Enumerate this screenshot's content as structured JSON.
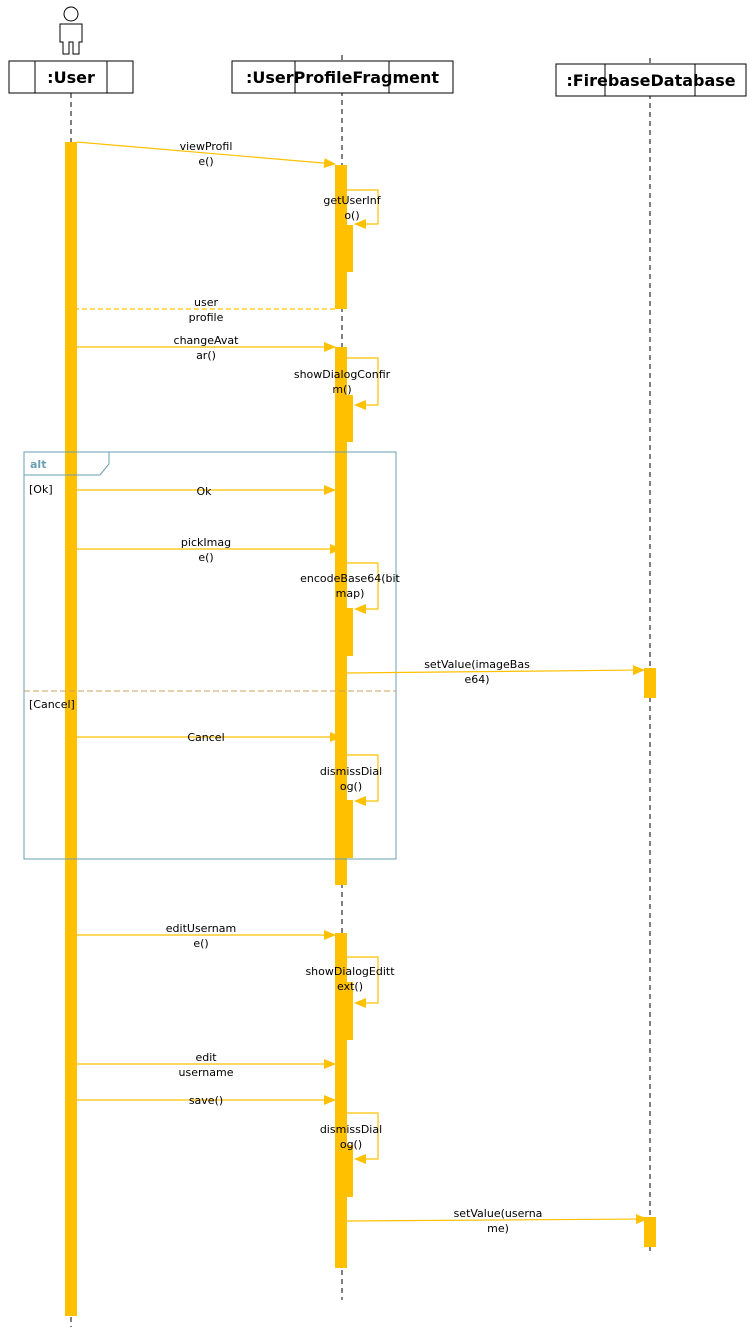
{
  "participants": [
    {
      "id": "user",
      "label": ":User",
      "actor": true
    },
    {
      "id": "upf",
      "label": ":UserProfileFragment",
      "actor": false
    },
    {
      "id": "fdb",
      "label": ":FirebaseDatabase",
      "actor": false
    }
  ],
  "messages": [
    {
      "id": "m1",
      "lines": [
        "viewProfil",
        "e()"
      ]
    },
    {
      "id": "m2",
      "lines": [
        "getUserInf",
        "o()"
      ]
    },
    {
      "id": "m3",
      "lines": [
        "user",
        "profile"
      ]
    },
    {
      "id": "m4",
      "lines": [
        "changeAvat",
        "ar()"
      ]
    },
    {
      "id": "m5",
      "lines": [
        "showDialogConfir",
        "m()"
      ]
    },
    {
      "id": "m6",
      "lines": [
        "Ok"
      ]
    },
    {
      "id": "m7",
      "lines": [
        "pickImag",
        "e()"
      ]
    },
    {
      "id": "m8",
      "lines": [
        "encodeBase64(bit",
        "map)"
      ]
    },
    {
      "id": "m9",
      "lines": [
        "setValue(imageBas",
        "e64)"
      ]
    },
    {
      "id": "m10",
      "lines": [
        "Cancel"
      ]
    },
    {
      "id": "m11",
      "lines": [
        "dismissDial",
        "og()"
      ]
    },
    {
      "id": "m12",
      "lines": [
        "editUsernam",
        "e()"
      ]
    },
    {
      "id": "m13",
      "lines": [
        "showDialogEditt",
        "ext()"
      ]
    },
    {
      "id": "m14",
      "lines": [
        "edit",
        "username"
      ]
    },
    {
      "id": "m15",
      "lines": [
        "save()"
      ]
    },
    {
      "id": "m16",
      "lines": [
        "dismissDial",
        "og()"
      ]
    },
    {
      "id": "m17",
      "lines": [
        "setValue(userna",
        "me)"
      ]
    }
  ],
  "fragment": {
    "operator": "alt",
    "guards": [
      "[Ok]",
      "[Cancel]"
    ]
  },
  "colors": {
    "activation": "#ffc000",
    "arrow": "#ffc000",
    "fragment": "#6a9fb5",
    "separator": "#c8a060"
  }
}
